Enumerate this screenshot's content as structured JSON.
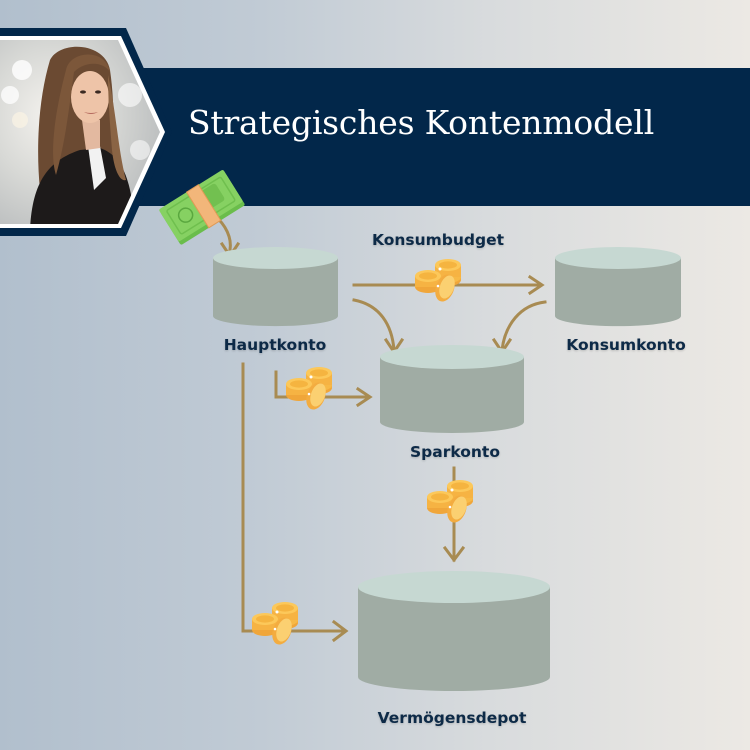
{
  "header": {
    "title": "Strategisches Kontenmodell"
  },
  "portrait": {
    "icon": "person-portrait"
  },
  "accounts": [
    {
      "id": "hauptkonto",
      "label": "Hauptkonto"
    },
    {
      "id": "konsumkonto",
      "label": "Konsumkonto"
    },
    {
      "id": "sparkonto",
      "label": "Sparkonto"
    },
    {
      "id": "vermoegensdepot",
      "label": "Vermögensdepot"
    }
  ],
  "flows": [
    {
      "from": "income",
      "to": "hauptkonto",
      "icon": "money-bill-icon"
    },
    {
      "from": "hauptkonto",
      "to": "konsumkonto",
      "label": "Konsumbudget",
      "icon": "coins-icon"
    },
    {
      "from": "hauptkonto",
      "to": "sparkonto",
      "icon": "coins-icon"
    },
    {
      "from": "konsumkonto",
      "to": "sparkonto"
    },
    {
      "from": "sparkonto",
      "to": "vermoegensdepot",
      "icon": "coins-icon"
    },
    {
      "from": "hauptkonto",
      "to": "vermoegensdepot",
      "icon": "coins-icon"
    }
  ],
  "flow_labels": {
    "konsumbudget": "Konsumbudget"
  },
  "colors": {
    "navy": "#02274a",
    "arrow": "#a88b52",
    "cylinder_side": "#a0aca4",
    "cylinder_top": "#c6d8d2",
    "coin": "#f7b947",
    "bill": "#7ccb5a",
    "label_text": "#0d2a47"
  }
}
